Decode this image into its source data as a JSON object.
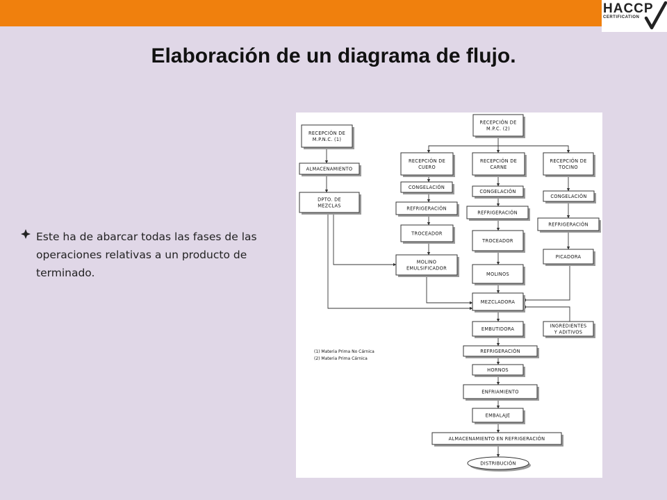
{
  "header": {
    "accent_color": "#f0800d",
    "logo": "HACCP",
    "logo_sub": "CERTIFICATION"
  },
  "slide": {
    "title": "Elaboración de un diagrama de flujo.",
    "bullet": "Este ha de abarcar todas las fases de las operaciones relativas a un producto de terminado."
  },
  "diagram": {
    "nodes": {
      "recepcion_mpnc": [
        "RECEPCIÓN DE",
        "M.P.N.C. (1)"
      ],
      "almacenamiento": [
        "ALMACENAMIENTO"
      ],
      "dpto_mezclas": [
        "DPTO. DE",
        "MEZCLAS"
      ],
      "recepcion_mpc": [
        "RECEPCIÓN DE",
        "M.P.C. (2)"
      ],
      "recepcion_cuero": [
        "RECEPCIÓN DE",
        "CUERO"
      ],
      "recepcion_carne": [
        "RECEPCIÓN DE",
        "CARNE"
      ],
      "recepcion_tocino": [
        "RECEPCIÓN DE",
        "TOCINO"
      ],
      "congelacion_1": [
        "CONGELACIÓN"
      ],
      "congelacion_2": [
        "CONGELACIÓN"
      ],
      "congelacion_3": [
        "CONGELACIÓN"
      ],
      "refrigeracion_1": [
        "REFRIGERACIÓN"
      ],
      "refrigeracion_2": [
        "REFRIGERACIÓN"
      ],
      "refrigeracion_3": [
        "REFRIGERACIÓN"
      ],
      "troceador_1": [
        "TROCEADOR"
      ],
      "troceador_2": [
        "TROCEADOR"
      ],
      "picadora": [
        "PICADORA"
      ],
      "molino_emulsificador": [
        "MOLINO",
        "EMULSIFICADOR"
      ],
      "molinos": [
        "MOLINOS"
      ],
      "mezcladora": [
        "MEZCLADORA"
      ],
      "ingredientes": [
        "INGREDIENTES",
        "Y ADITIVOS"
      ],
      "embutidora": [
        "EMBUTIDORA"
      ],
      "refrigeracion_4": [
        "REFRIGERACIÓN"
      ],
      "hornos": [
        "HORNOS"
      ],
      "enfriamiento": [
        "ENFRIAMIENTO"
      ],
      "embalaje": [
        "EMBALAJE"
      ],
      "almacenamiento_refrigeracion": [
        "ALMACENAMIENTO EN REFRIGERACIÓN"
      ],
      "distribucion": [
        "DISTRIBUCIÓN"
      ]
    },
    "legend": [
      "(1) Materia Prima No Cárnica",
      "(2) Materia Prima Cárnica"
    ]
  }
}
